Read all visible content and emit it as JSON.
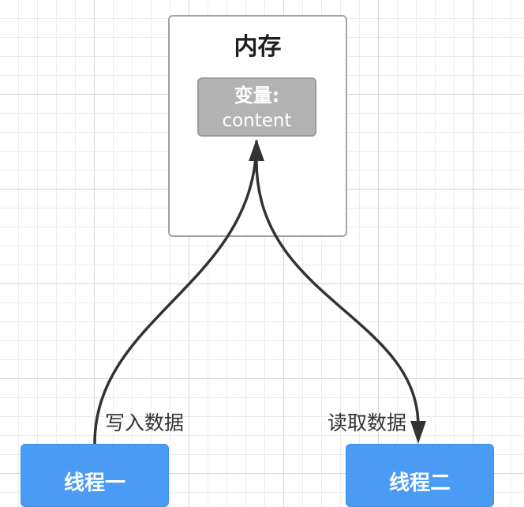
{
  "memory": {
    "title": "内存"
  },
  "variable": {
    "line1": "变量:",
    "line2": "content"
  },
  "threads": [
    {
      "label": "线程一"
    },
    {
      "label": "线程二"
    }
  ],
  "edges": [
    {
      "label": "写入数据",
      "from": "线程一",
      "to": "变量: content"
    },
    {
      "label": "读取数据",
      "from": "变量: content",
      "to": "线程二"
    }
  ],
  "colors": {
    "thread_fill": "#4a9bf3",
    "variable_fill": "#b3b3b3",
    "memory_border": "#a3a3a3",
    "edge_stroke": "#333333"
  }
}
